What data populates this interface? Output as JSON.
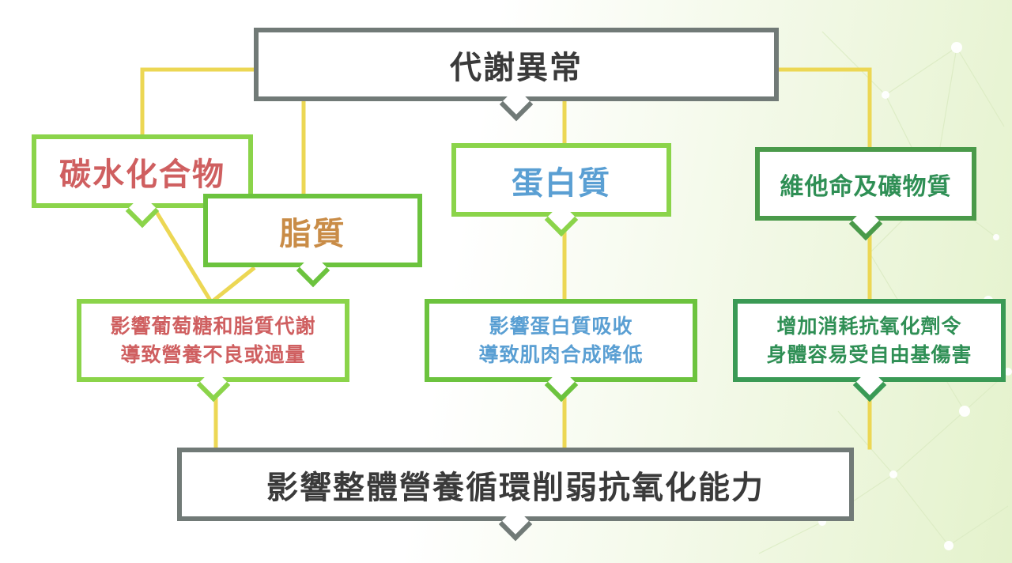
{
  "diagram": {
    "top": "代謝異常",
    "categories": {
      "carbohydrate": "碳水化合物",
      "fat": "脂質",
      "protein": "蛋白質",
      "vitamin_mineral": "維他命及礦物質"
    },
    "effects": {
      "carb_fat": [
        "影響葡萄糖和脂質代謝",
        "導致營養不良或過量"
      ],
      "protein": [
        "影響蛋白質吸收",
        "導致肌肉合成降低"
      ],
      "vitamin_mineral": [
        "增加消耗抗氧化劑令",
        "身體容易受自由基傷害"
      ]
    },
    "conclusion": "影響整體營養循環削弱抗氧化能力"
  },
  "colors": {
    "connector": "#ecd754",
    "gray_border": "#717a77",
    "green_border": "#8bd44a",
    "dark_green_border": "#3a9a55",
    "carb_text": "#cf5f60",
    "fat_text": "#c98c47",
    "protein_text": "#5a9fd3",
    "vitamin_text": "#2f8f55"
  }
}
